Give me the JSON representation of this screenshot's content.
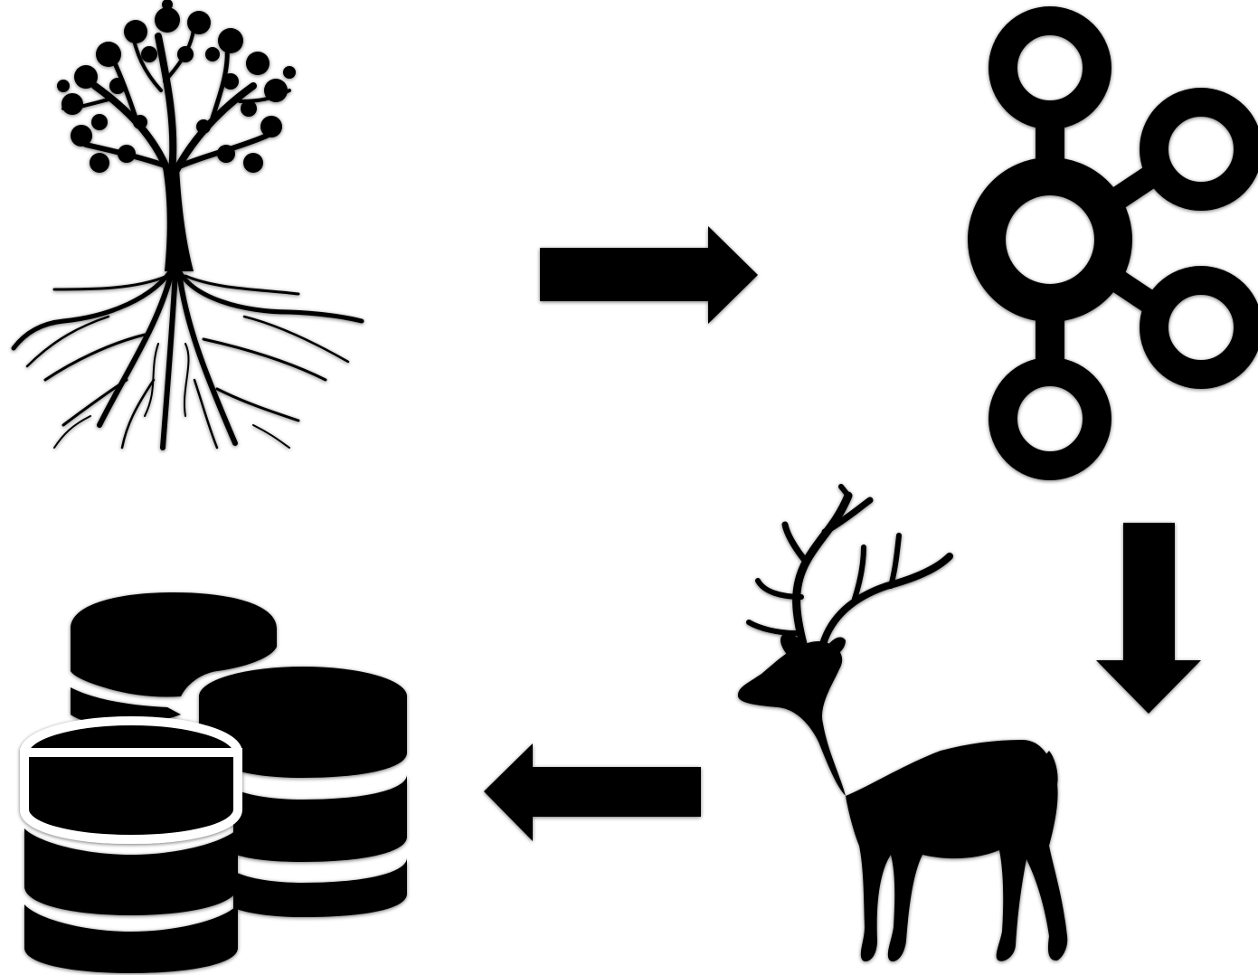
{
  "diagram": {
    "background": "#ffffff",
    "ink_color": "#000000",
    "nodes": [
      {
        "id": "tree",
        "icon": "tree-with-roots-icon"
      },
      {
        "id": "hub",
        "icon": "kafka-network-hub-icon"
      },
      {
        "id": "deer",
        "icon": "deer-stag-icon"
      },
      {
        "id": "databases",
        "icon": "database-stack-icon"
      }
    ],
    "edges": [
      {
        "from": "tree",
        "to": "hub",
        "icon": "arrow-right-icon"
      },
      {
        "from": "hub",
        "to": "deer",
        "icon": "arrow-down-icon"
      },
      {
        "from": "deer",
        "to": "databases",
        "icon": "arrow-left-icon"
      }
    ]
  }
}
